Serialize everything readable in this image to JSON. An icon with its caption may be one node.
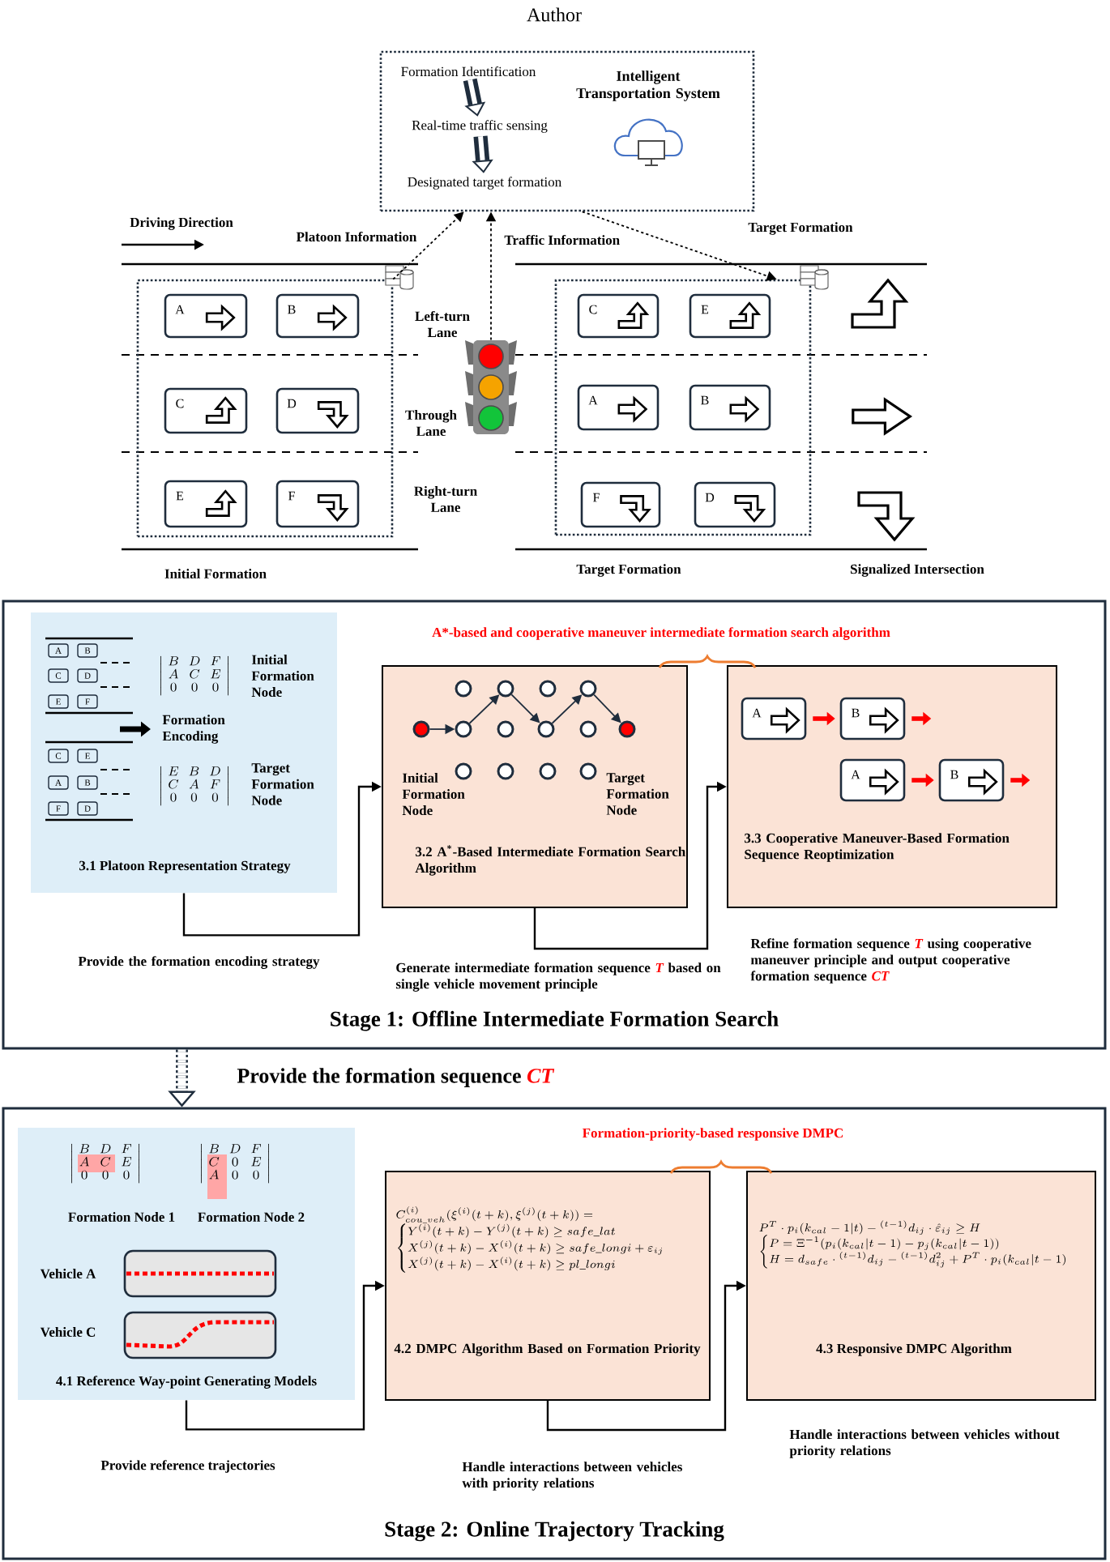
{
  "diagram": {
    "nodes": [
      {
        "text": [
          "Intelligent Transportation System"
        ]
      },
      {
        "text": [
          "Formation Identification"
        ],
        "in": 0
      },
      {
        "text": [
          "Real-time traffic sensing"
        ],
        "in": 0
      },
      {
        "text": [
          "Designated target formation"
        ],
        "in": 0
      },
      {
        "text": [],
        "shape": "box",
        "beside": [
          "Initial Formation"
        ]
      },
      {
        "text": [
          "A"
        ],
        "in": 4
      },
      {
        "text": [
          "B"
        ],
        "in": 4
      },
      {
        "text": [
          "C"
        ],
        "in": 4
      },
      {
        "text": [
          "D"
        ],
        "in": 4
      },
      {
        "text": [
          "E"
        ],
        "in": 4
      },
      {
        "text": [
          "F"
        ],
        "in": 4
      },
      {
        "text": [],
        "shape": "picture"
      },
      {
        "text": [],
        "shape": "box",
        "beside": [
          "Target Formation"
        ]
      },
      {
        "text": [
          "C"
        ],
        "in": 12
      },
      {
        "text": [
          "E"
        ],
        "in": 12
      },
      {
        "text": [
          "A"
        ],
        "in": 12
      },
      {
        "text": [
          "B"
        ],
        "in": 12
      },
      {
        "text": [
          "F"
        ],
        "in": 12
      },
      {
        "text": [
          "D"
        ],
        "in": 12
      },
      {
        "text": [
          "Stage 1: Offline Intermediate Formation Search"
        ]
      },
      {
        "text": [
          "Initial Formation Node",
          "Formation Encoding",
          "Target Formation Node",
          "3.1 Platoon Representation Strategy"
        ],
        "in": 19
      },
      {
        "text": [
          "A"
        ],
        "in": 20
      },
      {
        "text": [
          "B"
        ],
        "in": 20
      },
      {
        "text": [
          "C"
        ],
        "in": 20
      },
      {
        "text": [
          "D"
        ],
        "in": 20
      },
      {
        "text": [
          "E"
        ],
        "in": 20
      },
      {
        "text": [
          "F"
        ],
        "in": 20
      },
      {
        "text": [
          "C"
        ],
        "in": 20
      },
      {
        "text": [
          "E"
        ],
        "in": 20
      },
      {
        "text": [
          "A"
        ],
        "in": 20
      },
      {
        "text": [
          "B"
        ],
        "in": 20
      },
      {
        "text": [
          "F"
        ],
        "in": 20
      },
      {
        "text": [
          "D"
        ],
        "in": 20
      },
      {
        "text": [
          "3.2 A$^{*}$-Based Intermediate Formation Search Algorithm"
        ],
        "in": 19
      },
      {
        "text": [],
        "shape": "circle",
        "in": 33
      },
      {
        "text": [],
        "shape": "circle",
        "in": 33
      },
      {
        "text": [],
        "shape": "circle",
        "in": 33
      },
      {
        "text": [],
        "shape": "circle",
        "in": 33
      },
      {
        "text": [],
        "shape": "circle",
        "in": 33
      },
      {
        "text": [],
        "shape": "circle",
        "in": 33
      },
      {
        "text": [],
        "shape": "circle",
        "in": 33
      },
      {
        "text": [],
        "shape": "circle",
        "in": 33
      },
      {
        "text": [],
        "shape": "circle",
        "in": 33
      },
      {
        "text": [],
        "shape": "circle",
        "in": 33
      },
      {
        "text": [],
        "shape": "circle",
        "in": 33
      },
      {
        "text": [],
        "shape": "circle",
        "in": 33
      },
      {
        "text": [],
        "shape": "circle",
        "in": 33
      },
      {
        "text": [],
        "shape": "circle",
        "in": 33
      },
      {
        "text": [
          "3.3 Cooperative Maneuver-Based Formation Sequence Reoptimization"
        ],
        "in": 19
      },
      {
        "text": [
          "A"
        ],
        "in": 48
      },
      {
        "text": [
          "B"
        ],
        "in": 48
      },
      {
        "text": [
          "A"
        ],
        "in": 48
      },
      {
        "text": [
          "B"
        ],
        "in": 48
      },
      {
        "text": [
          "Stage 2: Online Trajectory Tracking"
        ]
      },
      {
        "text": [
          "Formation Node 1",
          "Formation Node 2",
          "Vehicle A",
          "Vehicle C",
          "4.1 Reference Way-point Generating Models"
        ],
        "in": 53
      },
      {
        "text": [
          "4.2 DMPC Algorithm Based on Formation Priority"
        ],
        "in": 53
      },
      {
        "text": [
          "4.3 Responsive DMPC Algorithm"
        ],
        "in": 53
      }
    ],
    "edges": [
      {
        "from": 1,
        "to": 2,
        "arrow": "to",
        "style": "thick"
      },
      {
        "from": 2,
        "to": 3,
        "arrow": "to",
        "style": "thick"
      },
      {
        "from": 4,
        "to": 0,
        "arrow": "to",
        "style": "dashed",
        "label": "Platoon Information"
      },
      {
        "from": 11,
        "to": 0,
        "arrow": "to",
        "style": "dashed",
        "label": "Traffic Information"
      },
      {
        "from": 0,
        "to": 12,
        "arrow": "to",
        "style": "dashed",
        "label": "Target Formation"
      },
      {
        "from": 38,
        "to": 39,
        "arrow": "to"
      },
      {
        "from": 39,
        "to": 35,
        "arrow": "to"
      },
      {
        "from": 35,
        "to": 41,
        "arrow": "to"
      },
      {
        "from": 41,
        "to": 37,
        "arrow": "to"
      },
      {
        "from": 37,
        "to": 43,
        "arrow": "to"
      },
      {
        "from": 20,
        "to": 33,
        "arrow": "to",
        "label": "Provide the formation encoding strategy"
      },
      {
        "from": 33,
        "to": 48,
        "arrow": "to",
        "label": "Generate intermediate formation sequence *T* based on single vehicle movement principle"
      },
      {
        "from": 49,
        "to": 50,
        "arrow": "to",
        "style": "thick",
        "color": "#ff0000"
      },
      {
        "from": 50,
        "to": null,
        "arrow": "to",
        "style": "thick",
        "color": "#ff0000"
      },
      {
        "from": 51,
        "to": 52,
        "arrow": "to",
        "style": "thick",
        "color": "#ff0000"
      },
      {
        "from": 52,
        "to": null,
        "arrow": "to",
        "style": "thick",
        "color": "#ff0000"
      },
      {
        "from": 19,
        "to": 53,
        "arrow": "to",
        "style": "dashed",
        "label": "Provide the formation sequence *CT*"
      },
      {
        "from": 54,
        "to": 55,
        "arrow": "to",
        "label": "Provide reference trajectories"
      },
      {
        "from": 55,
        "to": 56,
        "arrow": "to",
        "label": "Handle interactions between vehicles with priority relations"
      }
    ],
    "labels": [
      "Author",
      "Driving Direction",
      "Left-turn Lane",
      "Through Lane",
      "Right-turn Lane",
      "Signalized Intersection",
      "A*-based and cooperative maneuver intermediate formation search algorithm",
      "\\left|\\begin{array}{ccc} B & D & F \\\\ A & C & E \\\\ 0 & 0 & 0 \\end{array}\\right|",
      "\\left|\\begin{array}{ccc} E & B & D \\\\ C & A & F \\\\ 0 & 0 & 0 \\end{array}\\right|",
      "Refine formation sequence *T* using cooperative maneuver principle and output cooperative formation sequence *CT*",
      "\\left|\\begin{array}{ccc} B & D & F \\\\ A & C & E \\\\ 0 & 0 & 0 \\end{array}\\right|",
      "\\left|\\begin{array}{ccc} B & D & F \\\\ C & 0 & E \\\\ A & 0 & 0 \\end{array}\\right|",
      "Formation-priority-based responsive DMPC",
      "\\begin{array}{l} C^{(i)}_{cou\\_veh}(\\xi^{(i)}(t+k),\\xi^{(j)}(t+k))= \\\\ \\begin{cases} Y^{(i)}(t+k)-Y^{(j)}(t+k)\\geq safe\\_lat \\\\ X^{(j)}(t+k)-X^{(i)}(t+k)\\geq safe\\_longi+\\varepsilon_{ij} \\\\ X^{(j)}(t+k)-X^{(i)}(t+k)\\geq pl\\_longi \\end{cases} \\end{array}",
      "\\begin{array}{l} P^{T}\\cdot p_{i}(k_{cal}-1|t)-{}^{(t-1)}d_{ij}\\cdot\\hat{\\varepsilon}_{ij}\\geq H \\\\ \\begin{cases} P=\\Xi^{-1}(p_{i}(k_{cal}|t-1)-p_{j}(k_{cal}|t-1)) \\\\ H=d_{safe}\\cdot{}^{(t-1)}d_{ij}-{}^{(t-1)}d_{ij}^{2}+P^{T}\\cdot p_{i}(k_{cal}|t-1) \\end{cases} \\end{array}",
      "Handle interactions between vehicles without priority relations",
      "Initial Formation Node",
      "Target Formation Node"
    ]
  }
}
